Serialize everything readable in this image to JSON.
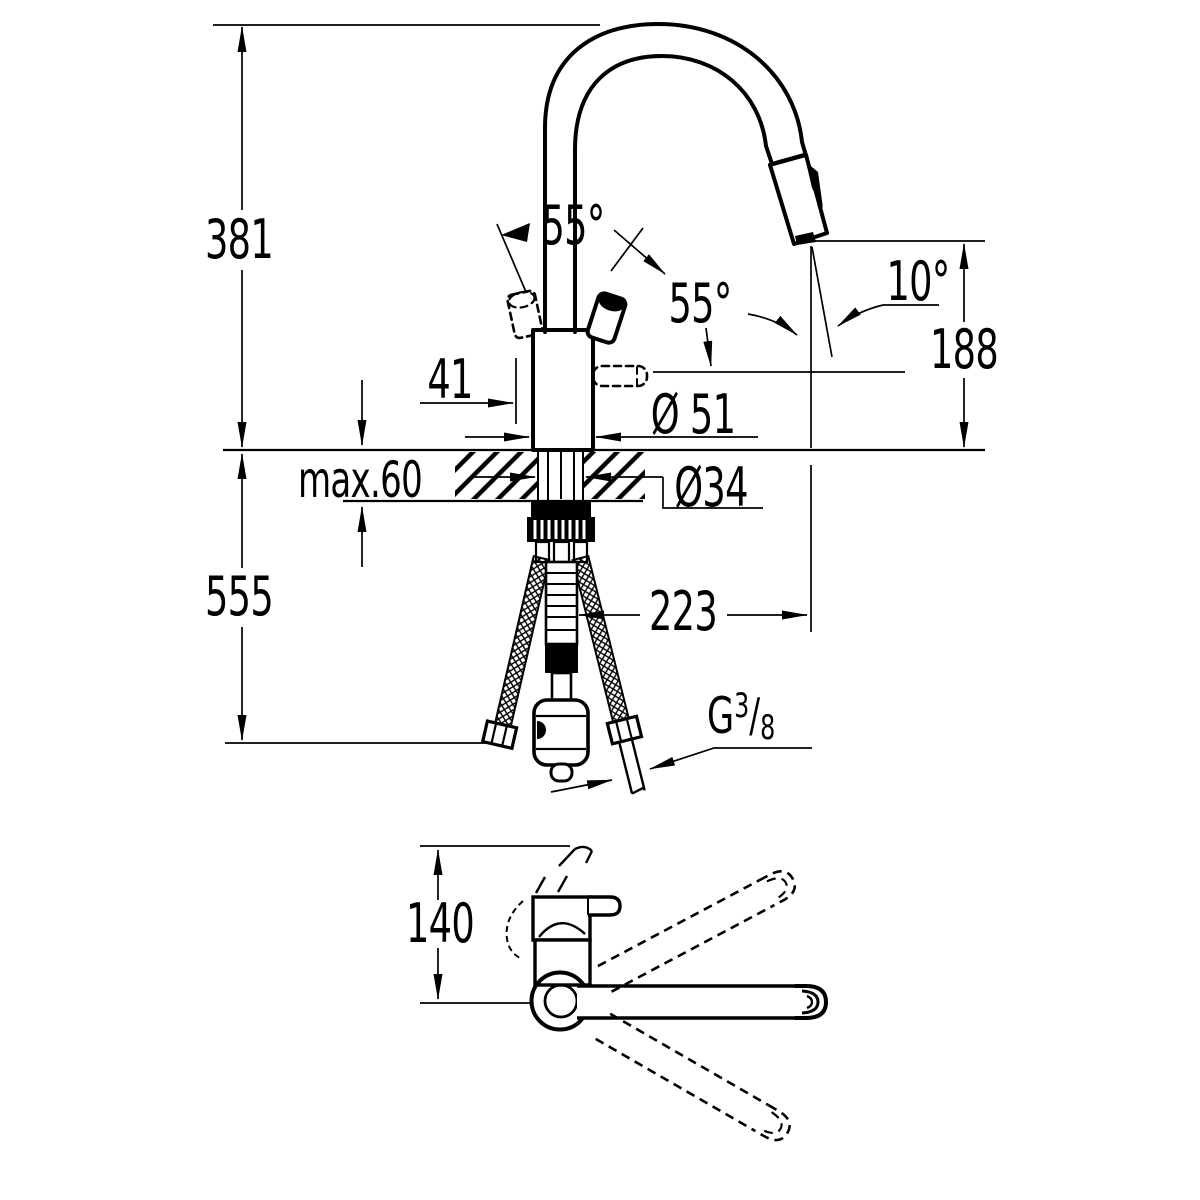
{
  "drawing": {
    "type": "technical-dimension-drawing",
    "colors": {
      "ink": "#000000",
      "background": "#ffffff"
    },
    "front_view": {
      "labels": {
        "height_above_deck": "381",
        "height_below_deck": "555",
        "deck_thickness": "max.60",
        "handle_offset": "41",
        "body_diameter": "Ø 51",
        "hole_diameter": "Ø34",
        "reach": "223",
        "outlet_height": "188",
        "handle_angle_open": "55°",
        "handle_angle_side": "55°",
        "spray_angle": "10°",
        "thread": {
          "g": "G",
          "num": "3",
          "slash": "/",
          "den": "8"
        }
      }
    },
    "plan_view": {
      "labels": {
        "handle_depth": "140"
      }
    }
  }
}
